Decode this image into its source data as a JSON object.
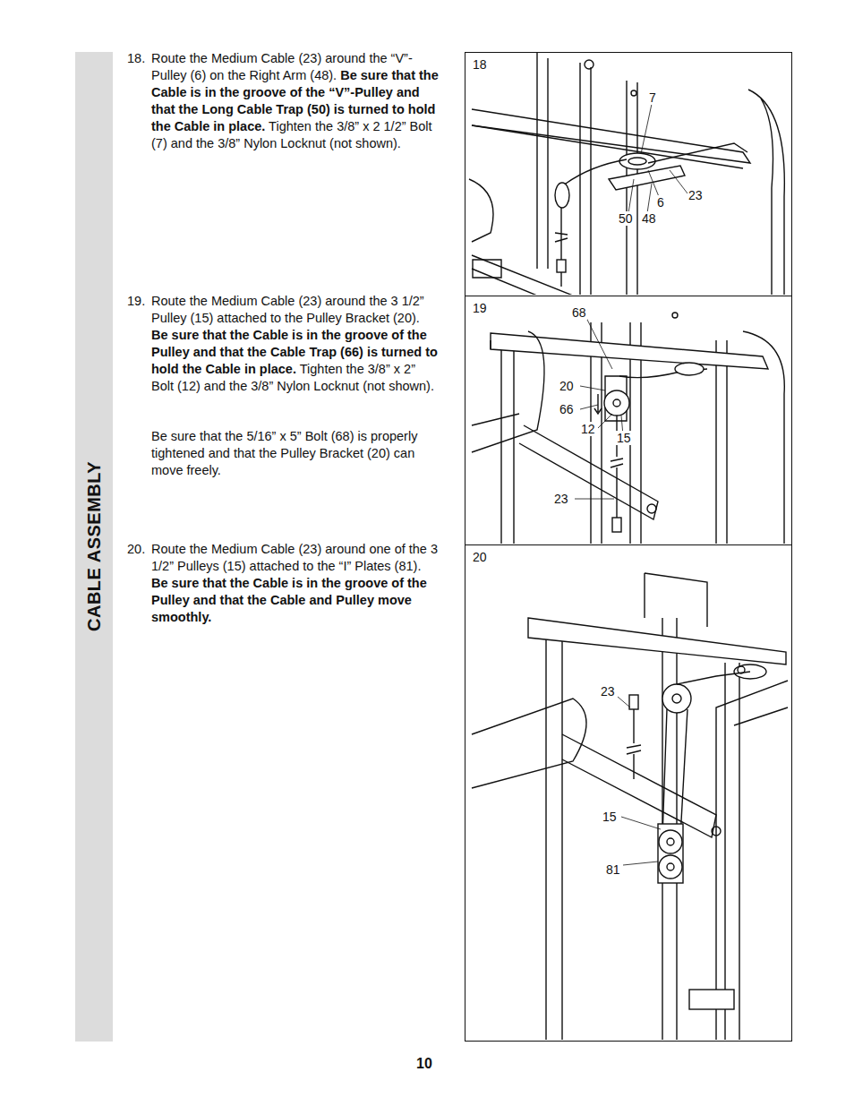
{
  "diagram": {
    "nodes": [
      {
        "text": [
          "18"
        ]
      },
      {
        "text": [
          "19"
        ]
      },
      {
        "text": [
          "20"
        ]
      }
    ],
    "labels": [
      "CABLE ASSEMBLY",
      "18.",
      "Route the Medium Cable (23) around the “V”-Pulley (6) on the Right Arm (48).",
      "Be sure that the Cable is in the groove of the “V”-Pulley and that the Long Cable Trap (50) is turned to hold the Cable in place.",
      "Tighten the 3/8” x 2 1/2” Bolt (7) and the 3/8” Nylon Locknut (not shown).",
      "19.",
      "Route the Medium Cable (23) around the 3 1/2” Pulley (15) attached to the Pulley Bracket (20).",
      "Be sure that the Cable is in the groove of the Pulley and that the Cable Trap (66) is turned to hold the Cable in place.",
      "Tighten the 3/8” x 2” Bolt (12) and the 3/8” Nylon Locknut (not shown).",
      "Be sure that the 5/16” x 5” Bolt (68) is properly tightened and that the Pulley Bracket (20) can move freely.",
      "20.",
      "Route the Medium Cable (23) around one of the 3 1/2” Pulleys (15) attached to the “I” Plates (81).",
      "Be sure that the Cable is in the groove of the Pulley and that the Cable and Pulley move smoothly.",
      "7",
      "6",
      "23",
      "50",
      "48",
      "68",
      "20",
      "66",
      "12",
      "15",
      "23",
      "23",
      "15",
      "81",
      "10"
    ]
  }
}
